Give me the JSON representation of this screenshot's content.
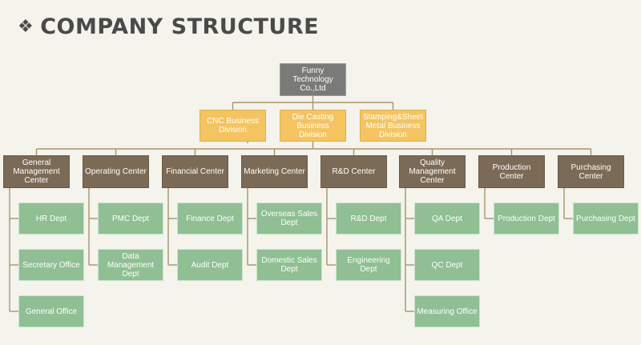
{
  "title": "COMPANY STRUCTURE",
  "title_bullet": "❖",
  "colors": {
    "root": "#7a7a78",
    "division": "#f3c460",
    "center": "#7b6a55",
    "department": "#8fbf93",
    "connector": "#a8946b"
  },
  "root": "Funny Technology Co.,Ltd",
  "divisions": [
    "CNC Business Division",
    "Die Casting Business Division",
    "Stamping&Sheet Metal Business Division"
  ],
  "centers": [
    {
      "name": "General Management Center",
      "depts": [
        "HR Dept",
        "Secretary Office",
        "General Office"
      ]
    },
    {
      "name": "Operating Center",
      "depts": [
        "PMC Dept",
        "Data Management Dept"
      ]
    },
    {
      "name": "Financial Center",
      "depts": [
        "Finance Dept",
        "Audit Dept"
      ]
    },
    {
      "name": "Marketing Center",
      "depts": [
        "Overseas Sales Dept",
        "Domestic Sales Dept"
      ]
    },
    {
      "name": "R&D Center",
      "depts": [
        "R&D Dept",
        "Engineering Dept"
      ]
    },
    {
      "name": "Quality Management Center",
      "depts": [
        "QA Dept",
        "QC Dept",
        "Measuring Office"
      ]
    },
    {
      "name": "Production Center",
      "depts": [
        "Production Dept"
      ]
    },
    {
      "name": "Purchasing Center",
      "depts": [
        "Purchasing Dept"
      ]
    }
  ]
}
